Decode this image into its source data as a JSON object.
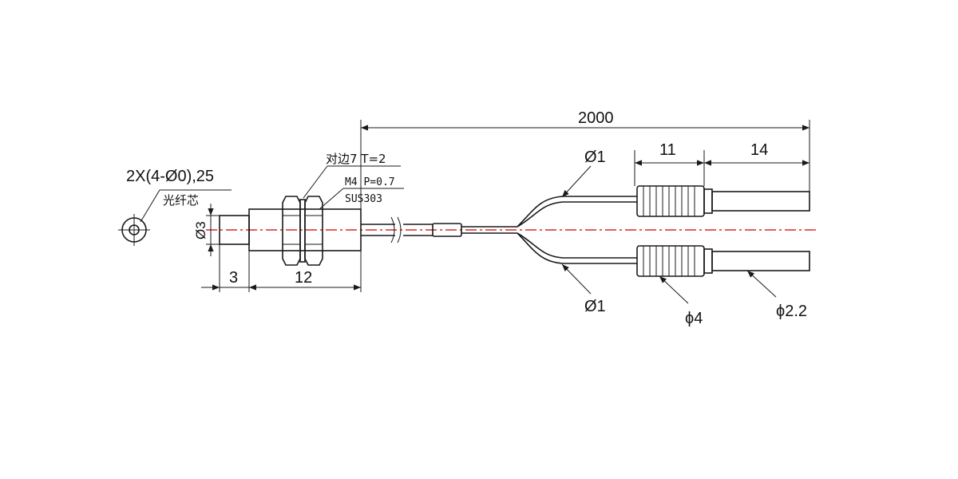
{
  "labels": {
    "total_length": "2000",
    "nut_length": "11",
    "tip_length": "14",
    "upper_fiber_dia": "Ø1",
    "lower_fiber_dia": "Ø1",
    "nut_dia": "ϕ4",
    "tip_dia": "ϕ2.2",
    "head_core_spec": "2X(4-Ø0),25",
    "fiber_core": "光纤芯",
    "hex_nut_spec": "对边7 T=2",
    "thread_spec": "M4 P=0.7",
    "material": "SUS303",
    "tip_diameter": "Ø3",
    "tip_length_front": "3",
    "body_length": "12"
  },
  "colors": {
    "line": "#1a1a1a",
    "centerline": "#d62828",
    "background": "#ffffff"
  }
}
